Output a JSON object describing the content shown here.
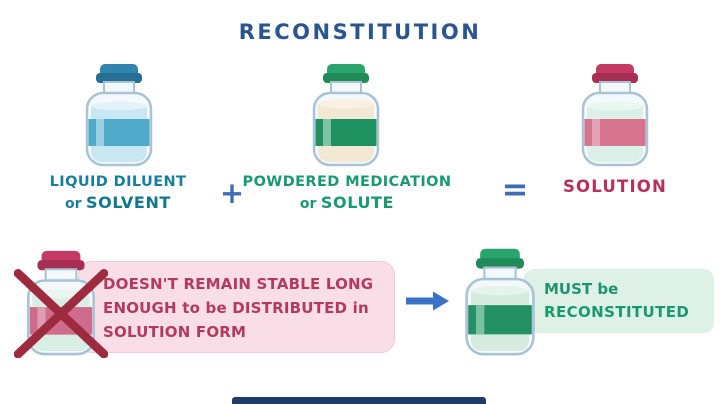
{
  "title": "RECONSTITUTION",
  "equation": {
    "diluent": {
      "line1": "LIQUID DILUENT",
      "or": "or",
      "term": "SOLVENT"
    },
    "plus_sign": "+",
    "medication": {
      "line1": "POWDERED MEDICATION",
      "or": "or",
      "term": "SOLUTE"
    },
    "equals_sign": "=",
    "result": "SOLUTION"
  },
  "instability_note": {
    "line1": "DOESN'T REMAIN STABLE LONG",
    "line2": "ENOUGH to be DISTRIBUTED in",
    "line3": "SOLUTION FORM"
  },
  "reconstitute_note": {
    "line1": "MUST be",
    "line2": "RECONSTITUTED"
  },
  "icons": {
    "plus": "+",
    "equals": "=",
    "right_arrow": "→",
    "cross_out": "✕"
  },
  "colors": {
    "title_blue": "#2a5591",
    "teal_text": "#177e9d",
    "green_text": "#189a70",
    "crimson_text": "#b8305a",
    "operator_blue": "#3e6db6",
    "arrow_blue": "#3a72c8",
    "note_pink_bg": "#f9dee7",
    "note_pink_text": "#b23a5e",
    "note_mint_bg": "#def1e7",
    "note_mint_text": "#21926f",
    "blue_vial_cap": "#2f85ad",
    "green_vial_cap": "#2aa56d",
    "crimson_vial_cap": "#c33a64",
    "cross_red": "#9e2b3d",
    "progress_bar_navy": "#1e3c69"
  }
}
